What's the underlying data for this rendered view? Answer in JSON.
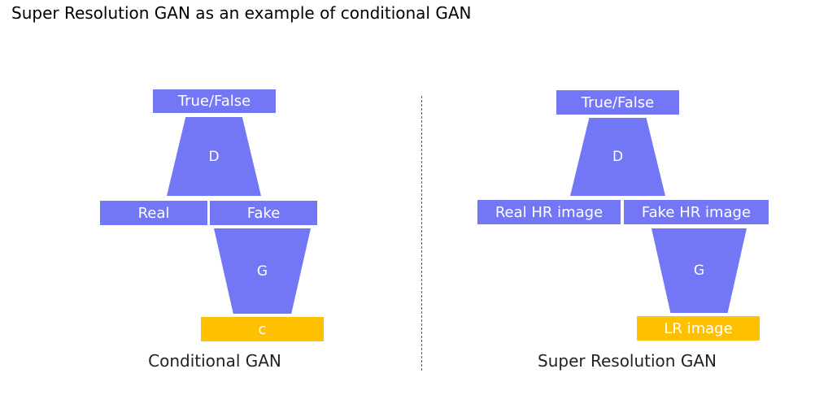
{
  "title": "Super Resolution GAN as an example of conditional GAN",
  "left_diagram": {
    "output_label": "True/False",
    "discriminator_label": "D",
    "real_label": "Real",
    "fake_label": "Fake",
    "generator_label": "G",
    "condition_label": "c",
    "caption": "Conditional GAN"
  },
  "right_diagram": {
    "output_label": "True/False",
    "discriminator_label": "D",
    "real_label": "Real HR image",
    "fake_label": "Fake HR image",
    "generator_label": "G",
    "condition_label": "LR image",
    "caption": "Super Resolution GAN"
  },
  "colors": {
    "block": "#7377f6",
    "condition": "#ffc000"
  }
}
